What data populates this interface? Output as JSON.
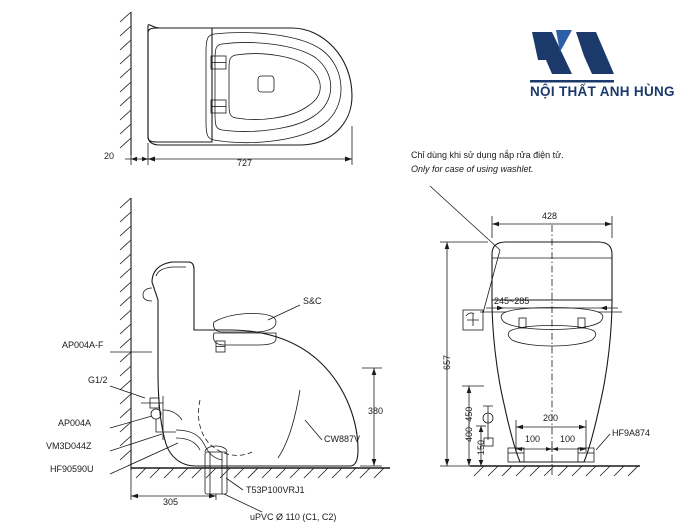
{
  "brand": {
    "name_line": "NỘI THẤT ANH HÙNG",
    "mark": "logo-mark-AA",
    "color": "#1b3a6b"
  },
  "top_view": {
    "width_dim": "727",
    "wall_gap_dim": "20"
  },
  "note": {
    "vi": "Chỉ dùng khi sử dụng nắp rửa điện tử.",
    "en": "Only for case of using washlet."
  },
  "side_view": {
    "callouts": [
      {
        "id": "ap004af",
        "label": "AP004A-F"
      },
      {
        "id": "g12",
        "label": "G1/2"
      },
      {
        "id": "ap004a",
        "label": "AP004A"
      },
      {
        "id": "vm3d044z",
        "label": "VM3D044Z"
      },
      {
        "id": "hf90590u",
        "label": "HF90590U"
      },
      {
        "id": "sc",
        "label": "S&C"
      },
      {
        "id": "cw887v",
        "label": "CW887V"
      },
      {
        "id": "t53p100vrj1",
        "label": "T53P100VRJ1"
      },
      {
        "id": "upvc",
        "label": "uPVC Ø 110 (C1, C2)"
      }
    ],
    "dims": {
      "height": "380",
      "floor_offset": "305"
    }
  },
  "front_view": {
    "dims": {
      "width": "428",
      "seat_width": "245~285",
      "height": "657",
      "range_400_450": "400~450",
      "dim_200": "200",
      "dim_150": "150",
      "dim_100_left": "100",
      "dim_100_right": "100"
    },
    "callouts": [
      {
        "id": "hf9a874",
        "label": "HF9A874"
      }
    ]
  }
}
